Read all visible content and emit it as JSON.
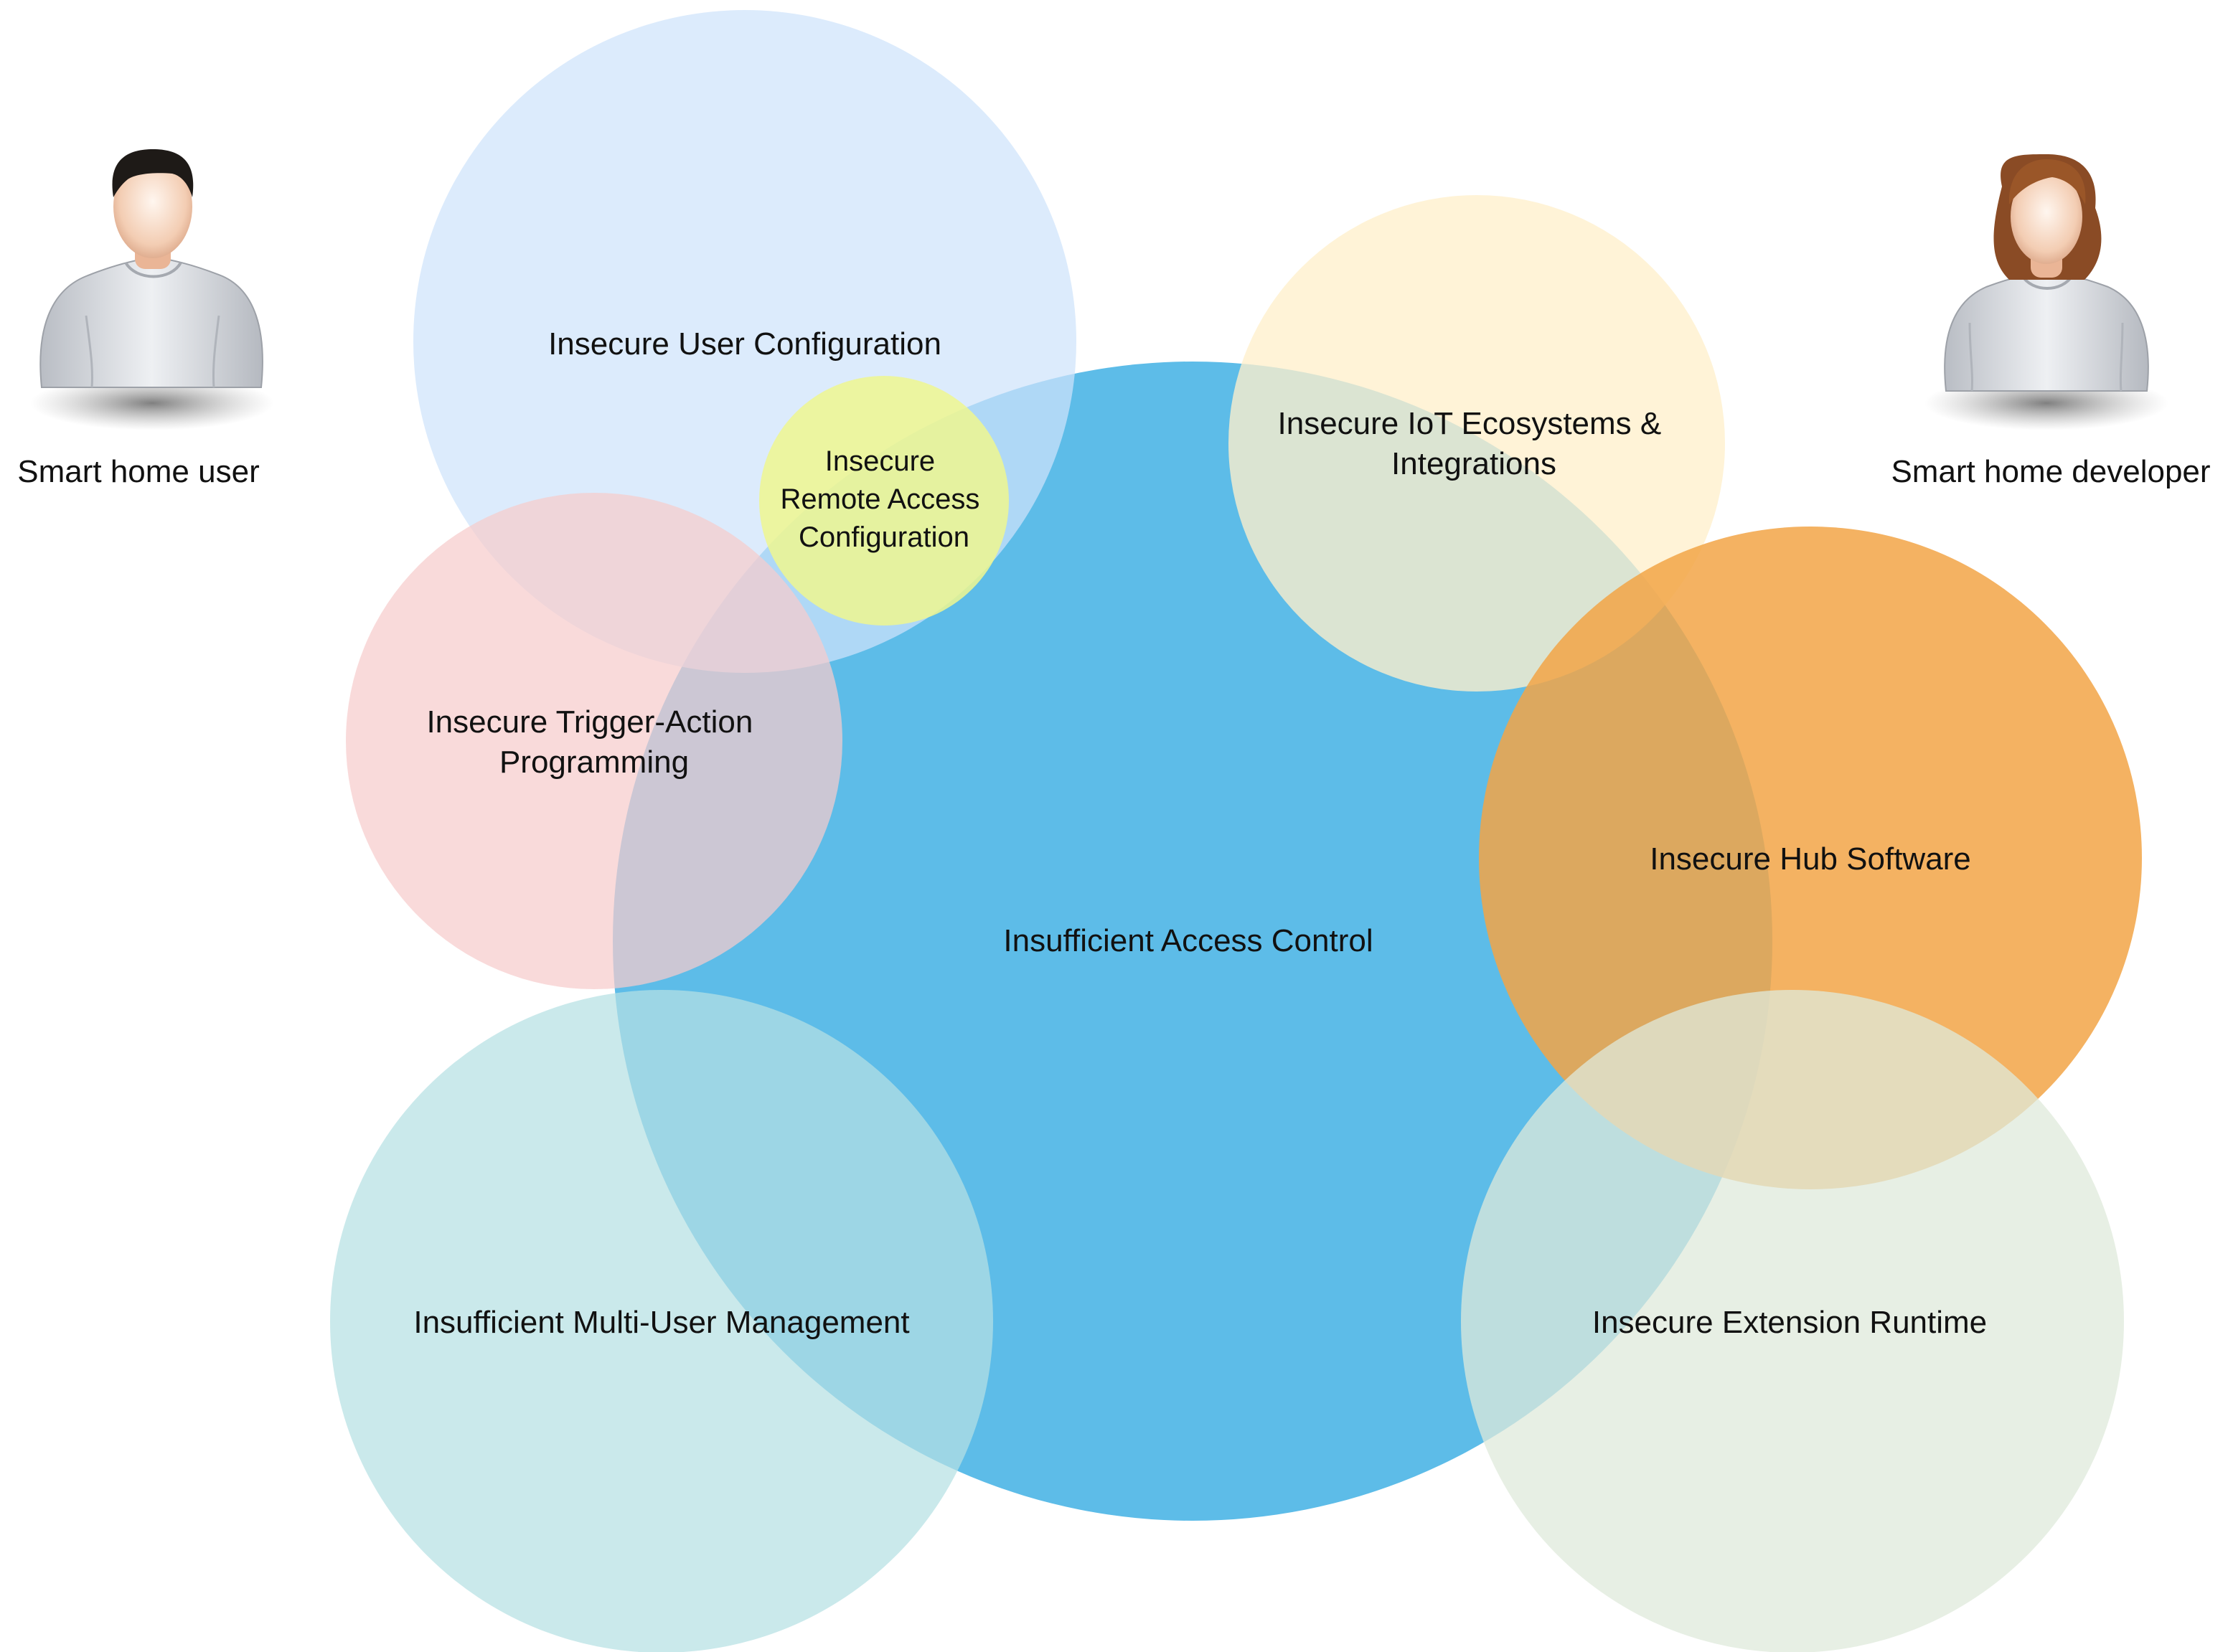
{
  "actors": {
    "user": {
      "label": "Smart home user"
    },
    "developer": {
      "label": "Smart home developer"
    }
  },
  "categories": {
    "access_control": {
      "lines": [
        "Insufficient Access Control"
      ],
      "color": "#5dbce8"
    },
    "user_configuration": {
      "lines": [
        "Insecure User Configuration"
      ],
      "color": "#cfe3fb"
    },
    "remote_access": {
      "lines": [
        "Insecure",
        "Remote Access",
        "Configuration"
      ],
      "color": "#eef78f"
    },
    "trigger_action": {
      "lines": [
        "Insecure Trigger-Action",
        "Programming"
      ],
      "color": "#f7cccc"
    },
    "multi_user": {
      "lines": [
        "Insufficient Multi-User Management"
      ],
      "color": "#b5e0e3"
    },
    "iot_ecosystems": {
      "lines": [
        "Insecure IoT Ecosystems &",
        "Integrations"
      ],
      "color": "#fff0cc"
    },
    "hub_software": {
      "lines": [
        "Insecure Hub Software"
      ],
      "color": "#f2a447"
    },
    "extension_runtime": {
      "lines": [
        "Insecure Extension Runtime"
      ],
      "color": "#dfe9db"
    }
  }
}
